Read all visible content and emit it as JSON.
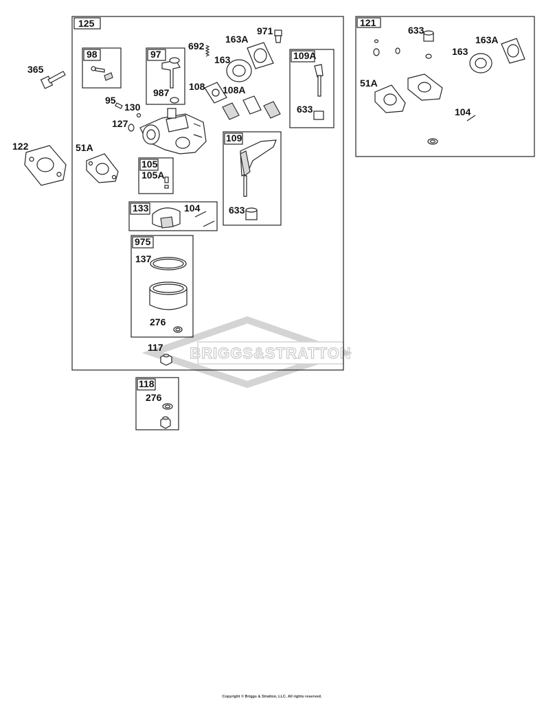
{
  "watermark": "BRIGGS&STRATTON",
  "copyright": "Copyright © Briggs & Stratton, LLC. All rights reserved.",
  "groups": {
    "g125": "125",
    "g98": "98",
    "g97": "97",
    "g109a": "109A",
    "g105": "105",
    "g109": "109",
    "g133": "133",
    "g975": "975",
    "g118": "118",
    "g121": "121"
  },
  "labels": {
    "p365": "365",
    "p122": "122",
    "p51a": "51A",
    "p692": "692",
    "p163a": "163A",
    "p971": "971",
    "p163": "163",
    "p987": "987",
    "p108": "108",
    "p108a": "108A",
    "p633a": "633",
    "p95": "95",
    "p130": "130",
    "p127": "127",
    "p105a": "105A",
    "p633b": "633",
    "p104": "104",
    "p137": "137",
    "p276a": "276",
    "p117": "117",
    "p276b": "276",
    "r633": "633",
    "r163a": "163A",
    "r163": "163",
    "r51a": "51A",
    "r104": "104"
  }
}
